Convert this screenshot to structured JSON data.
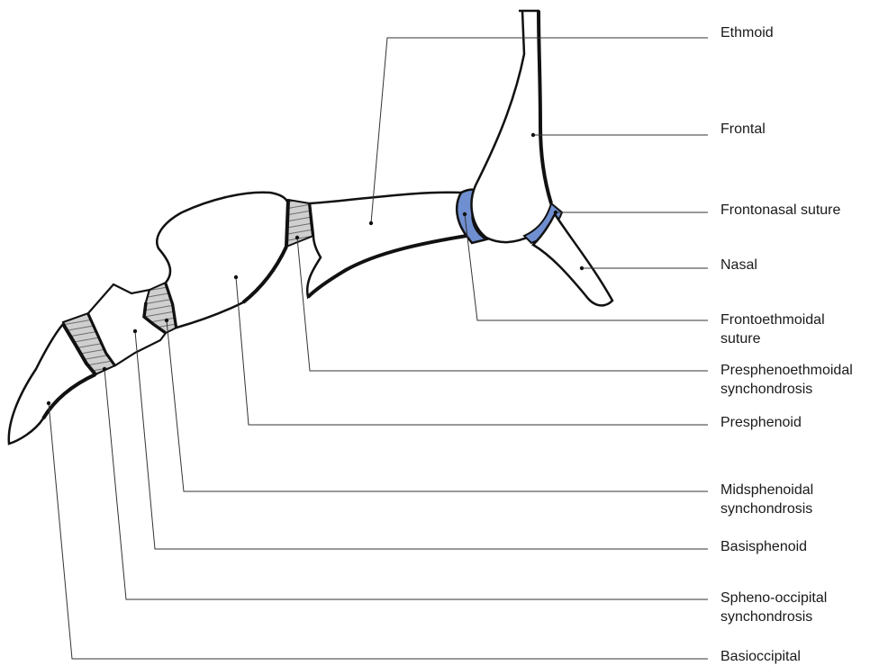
{
  "diagram": {
    "colors": {
      "outline": "#111111",
      "bone_fill": "#ffffff",
      "cartilage_fill": "#cfcfcf",
      "suture_fill": "#6f8fd0",
      "leader_line": "#333333"
    },
    "labels": [
      {
        "id": "ethmoid",
        "text": "Ethmoid"
      },
      {
        "id": "frontal",
        "text": "Frontal"
      },
      {
        "id": "frontonasal-suture",
        "text": "Frontonasal suture"
      },
      {
        "id": "nasal",
        "text": "Nasal"
      },
      {
        "id": "frontoethmoidal-suture",
        "text": "Frontoethmoidal\nsuture"
      },
      {
        "id": "presphenoethmoidal-synchondrosis",
        "text": "Presphenoethmoidal\nsynchondrosis"
      },
      {
        "id": "presphenoid",
        "text": "Presphenoid"
      },
      {
        "id": "midsphenoidal-synchondrosis",
        "text": "Midsphenoidal\nsynchondrosis"
      },
      {
        "id": "basisphenoid",
        "text": "Basisphenoid"
      },
      {
        "id": "spheno-occipital-synchondrosis",
        "text": "Spheno-occipital\nsynchondrosis"
      },
      {
        "id": "basioccipital",
        "text": "Basioccipital"
      }
    ]
  }
}
